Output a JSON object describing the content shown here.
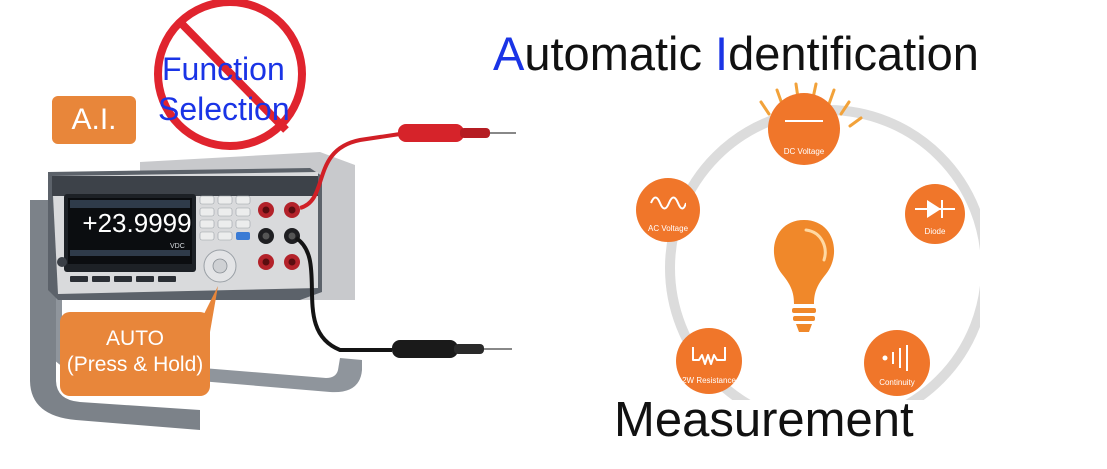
{
  "left": {
    "ai_badge": "A.I.",
    "function_selection": {
      "line1": "Function",
      "line2": "Selection"
    },
    "display_reading": "+23.9999",
    "display_unit": "VDC",
    "auto_callout": {
      "line1": "AUTO",
      "line2": "(Press & Hold)"
    }
  },
  "right": {
    "headline": {
      "a": "A",
      "utomatic": "utomatic ",
      "i": "I",
      "dentification": "dentification"
    },
    "bottom_word": "Measurement",
    "nodes": [
      {
        "label": "DC Voltage"
      },
      {
        "label": "AC Voltage"
      },
      {
        "label": "Diode"
      },
      {
        "label": "2W Resistance"
      },
      {
        "label": "Continuity"
      }
    ]
  },
  "colors": {
    "orange": "#f0762a",
    "badge_orange": "#e8863a",
    "blue": "#1a34e6",
    "forbidden_red": "#e0242e"
  }
}
